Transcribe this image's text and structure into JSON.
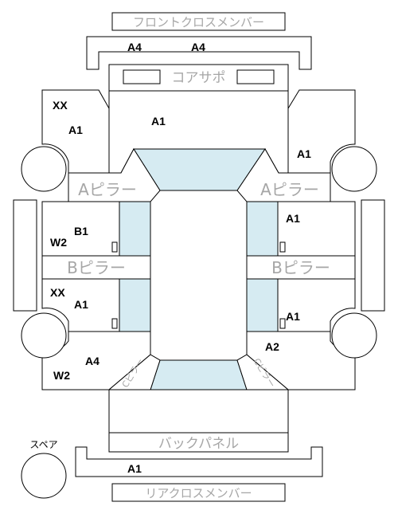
{
  "labels": {
    "front_cross_member": "フロントクロスメンバー",
    "core_support": "コアサポ",
    "a_pillar_left": "Aピラー",
    "a_pillar_right": "Aピラー",
    "b_pillar_left": "Bピラー",
    "b_pillar_right": "Bピラー",
    "c_pillar_left": "Cピラー",
    "c_pillar_right": "Cピラー",
    "back_panel": "バックパネル",
    "rear_cross_member": "リアクロスメンバー",
    "spare": "スペア"
  },
  "codes": {
    "front_cross_left": "A4",
    "front_cross_right": "A4",
    "front_left_xx": "XX",
    "front_left": "A1",
    "hood": "A1",
    "front_right": "A1",
    "front_door_left_b": "B1",
    "front_door_left_w": "W2",
    "front_door_right": "A1",
    "rear_door_left_xx": "XX",
    "rear_door_left": "A1",
    "rear_door_right": "A1",
    "rear_left_a": "A4",
    "rear_left_w": "W2",
    "rear_right": "A2",
    "rear_cross": "A1"
  }
}
